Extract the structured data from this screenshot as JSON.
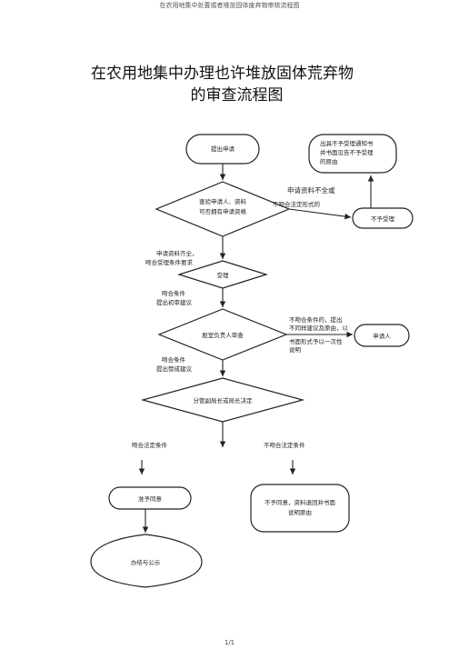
{
  "header": "在农用地集中处置或者堆放固体废弃物审核流程图",
  "title_line1": "在农用地集中办理也许堆放固体荒弃物",
  "title_line2": "的审查流程图",
  "nodes": {
    "apply": "提出申请",
    "notice_1": "出具不予受理通知书",
    "notice_2": "并书面见告不予受理",
    "notice_3": "的原由",
    "check_1": "查验申请人、资料",
    "check_2": "可否拥有申请资格",
    "reject": "不予受理",
    "accept": "受理",
    "review": "股室负责人审查",
    "applicant": "申请人",
    "decide": "分管副局长或局长决定",
    "approve": "准予同意",
    "deny_1": "不予同意，资料退回并书面",
    "deny_2": "说明原由",
    "finish": "办结与公示"
  },
  "edge_labels": {
    "incomplete": "申请资料不全或",
    "not_legal_form": "不吻合法定形式的",
    "complete_1": "申请资料齐全，",
    "complete_2": "吻合受理条件要求",
    "meets_1": "吻合条件",
    "meets_2": "提出初审建议",
    "nomeet_1": "不吻合条件的，提出",
    "nomeet_2": "不同样建议及原由，以",
    "nomeet_3": "书面形式予以一次性",
    "nomeet_4": "说明",
    "meets2_1": "吻合条件",
    "meets2_2": "提出赞成建议",
    "legal": "吻合法定条件",
    "not_legal": "不吻合法定条件"
  },
  "page_number": "1/1"
}
